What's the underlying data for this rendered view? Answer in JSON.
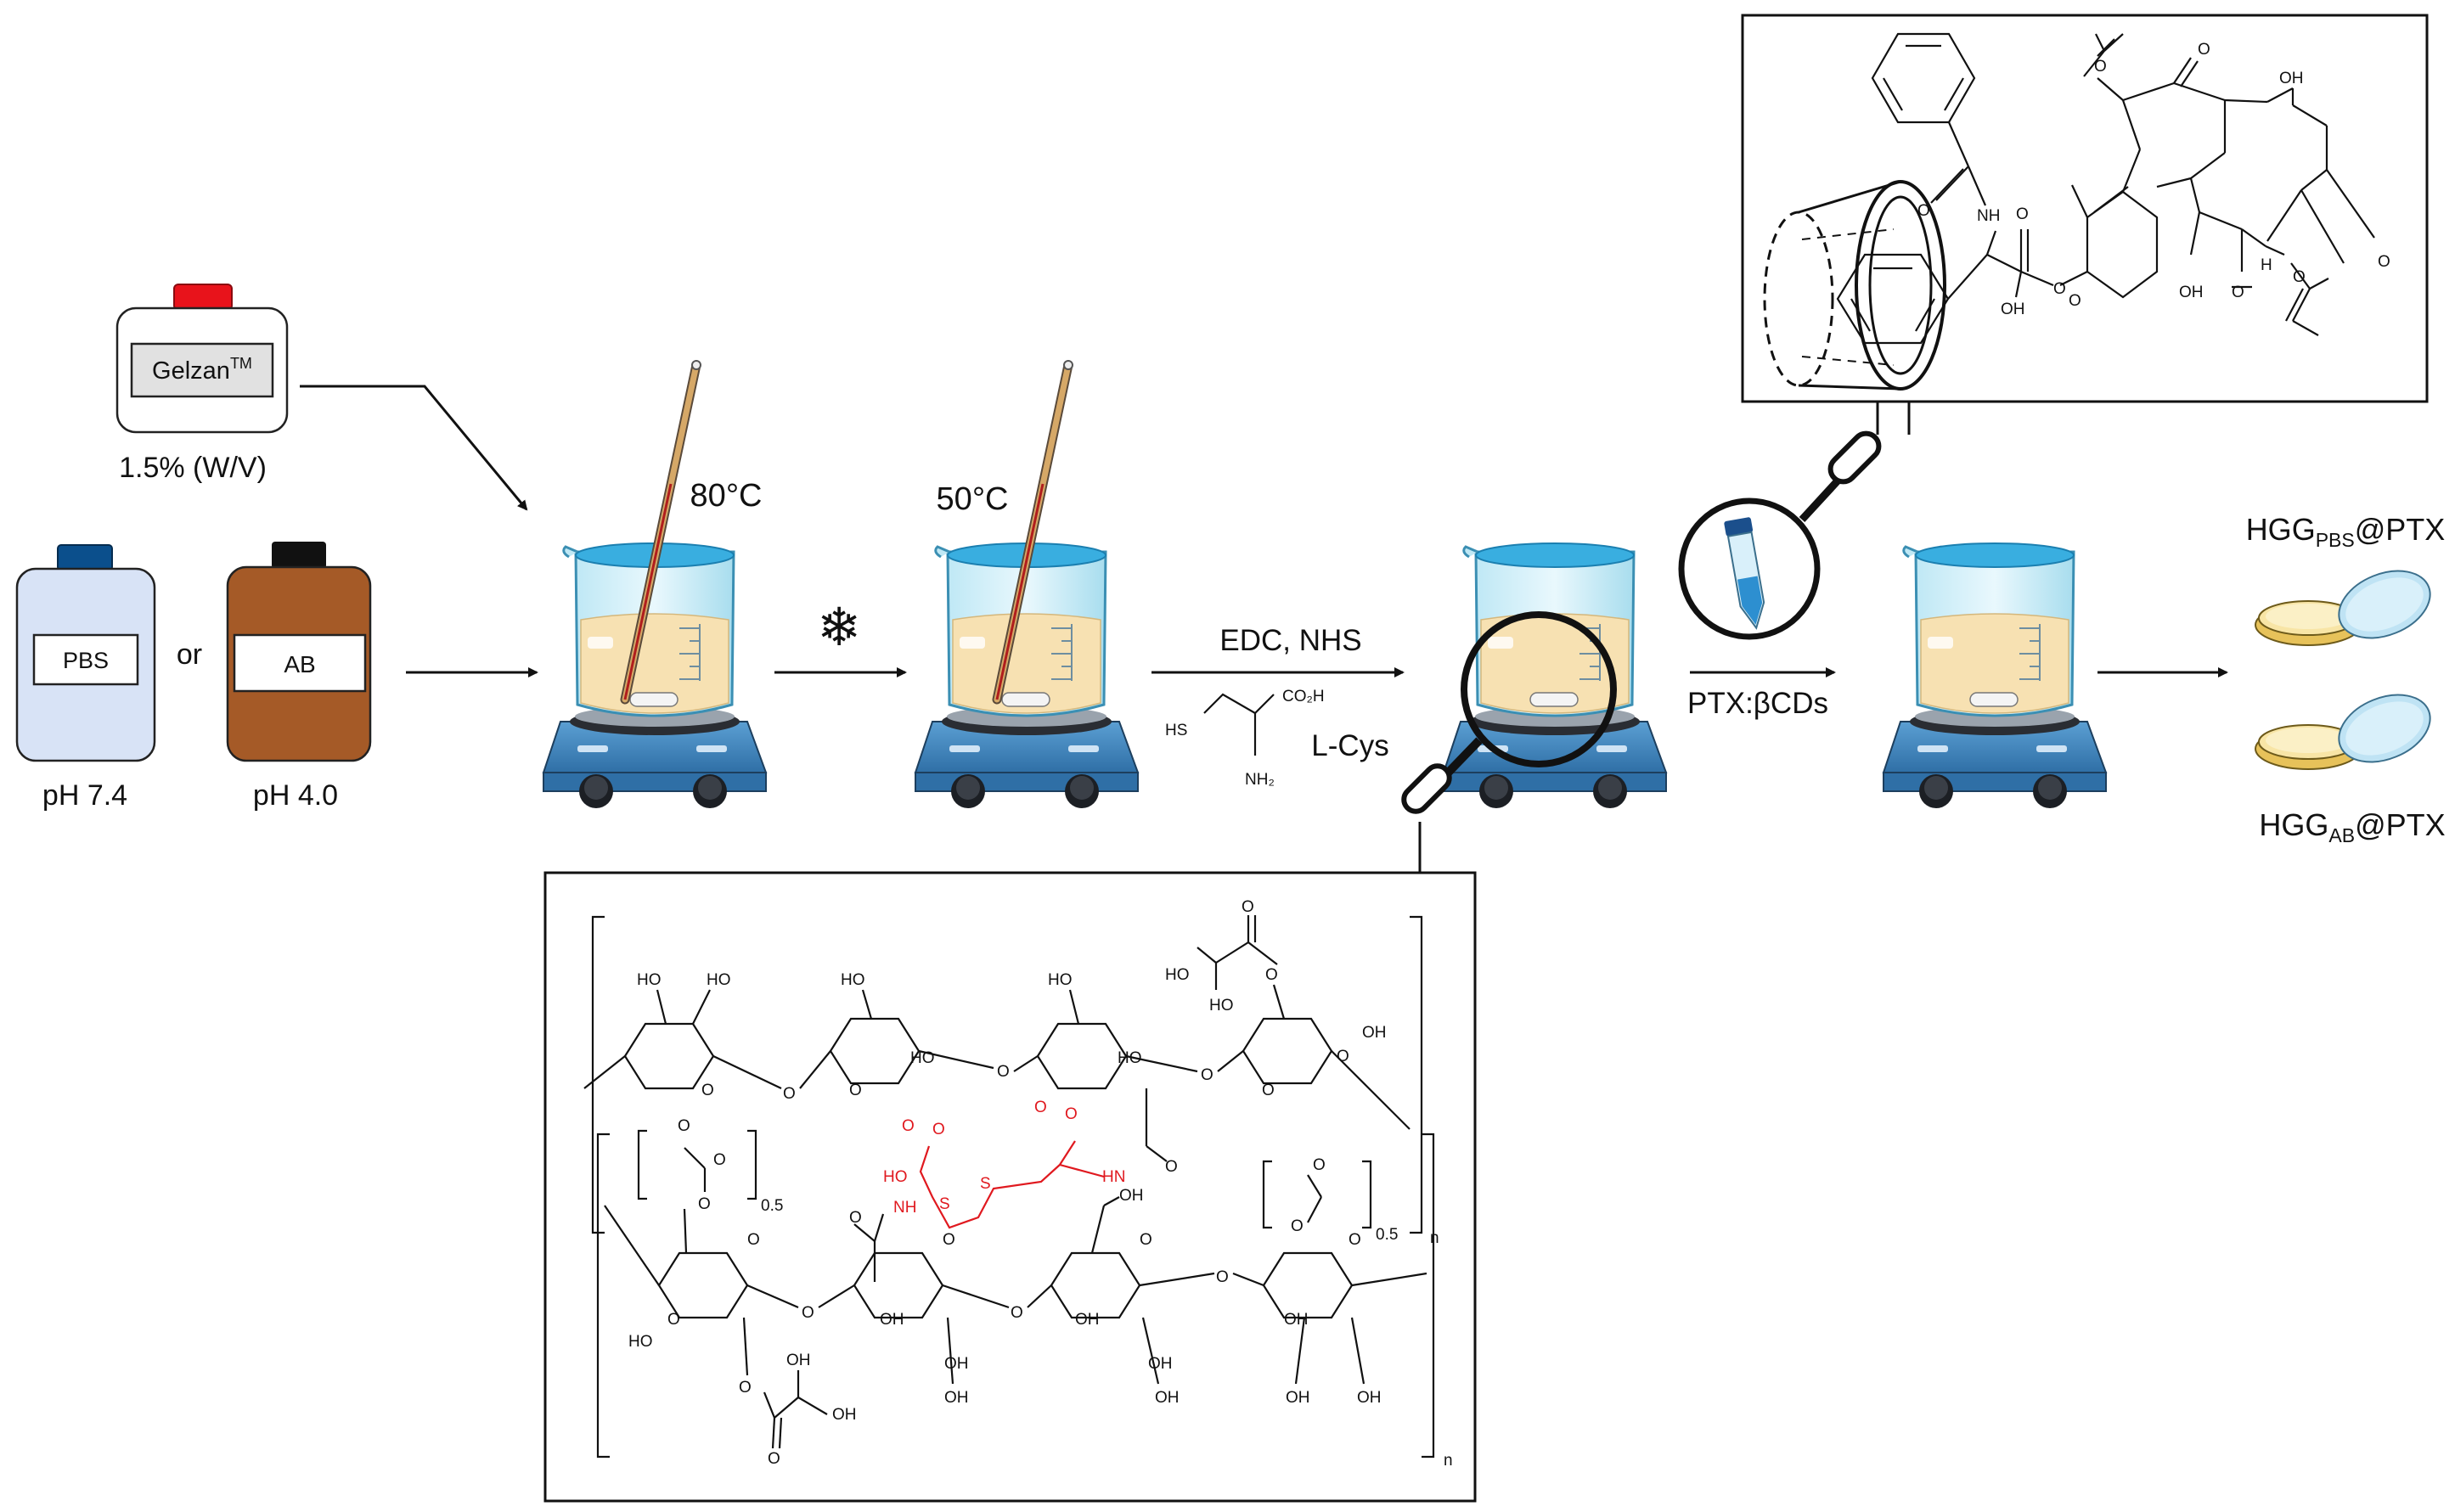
{
  "bottles": {
    "gelzan": {
      "label": "Gelzan",
      "trademark": "TM",
      "concentration": "1.5% (W/V)",
      "cap_color": "#e8131b"
    },
    "pbs": {
      "label": "PBS",
      "ph": "pH 7.4",
      "cap_color": "#0b4f8c",
      "body_color": "#d8e3f6"
    },
    "or_text": "or",
    "ab": {
      "label": "AB",
      "ph": "pH 4.0",
      "cap_color": "#111111",
      "body_color": "#a55a27"
    }
  },
  "steps": {
    "temp_1": "80°C",
    "temp_2": "50°C",
    "reagents": "EDC, NHS",
    "cys_label": "L-Cys",
    "cys_hs": "HS",
    "cys_co2h": "CO₂H",
    "cys_nh2": "NH₂",
    "drug": "PTX:βCDs"
  },
  "products": {
    "pbs_gel": {
      "prefix": "HGG",
      "sub": "PBS",
      "suffix": "@PTX"
    },
    "ab_gel": {
      "prefix": "HGG",
      "sub": "AB",
      "suffix": "@PTX"
    }
  },
  "polymer": {
    "ho": "HO",
    "oh": "OH",
    "o": "O",
    "nh": "NH",
    "hn": "HN",
    "s": "S",
    "sub_05": "0.5",
    "sub_n": "n"
  },
  "colors": {
    "liquid": "#f7e1b2",
    "water": "#5cc6e8",
    "hotplate": "#4a8ec6",
    "red_link": "#e0191f"
  }
}
